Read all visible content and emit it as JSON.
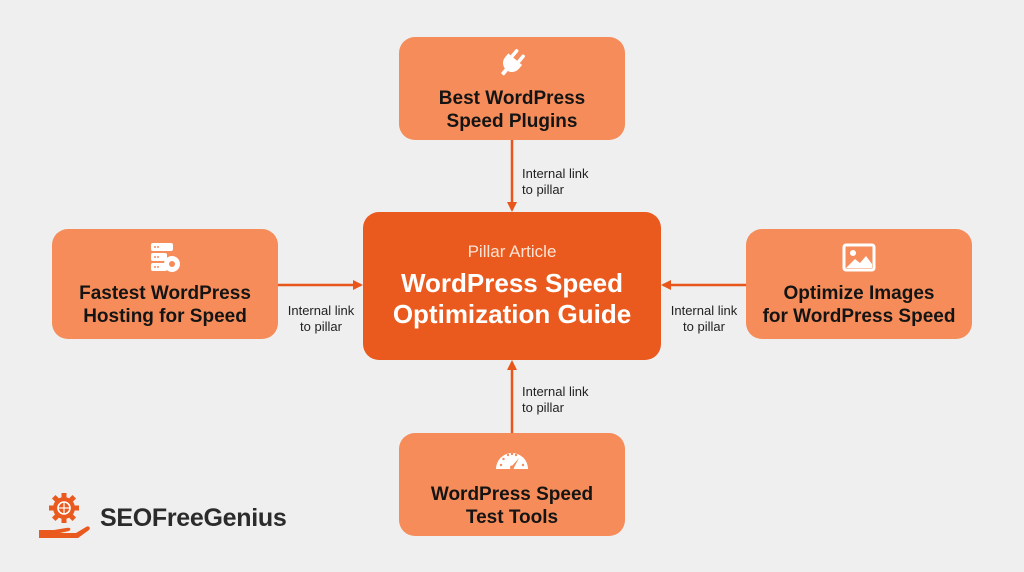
{
  "diagram": {
    "background": "#efefef",
    "colors": {
      "pillar": "#ea5a1e",
      "cluster": "#f58c5a",
      "arrow": "#e8561c",
      "text_dark": "#141414"
    },
    "pillar": {
      "kicker": "Pillar Article",
      "title": "WordPress Speed\nOptimization Guide"
    },
    "clusters": {
      "top": {
        "title": "Best WordPress\nSpeed Plugins",
        "icon": "plug-icon"
      },
      "left": {
        "title": "Fastest WordPress\nHosting for Speed",
        "icon": "server-gear-icon"
      },
      "right": {
        "title": "Optimize Images\nfor WordPress Speed",
        "icon": "image-icon"
      },
      "bottom": {
        "title": "WordPress Speed\nTest Tools",
        "icon": "speedometer-icon"
      }
    },
    "edges": {
      "top": "Internal link\nto pillar",
      "left": "Internal link\nto pillar",
      "right": "Internal link\nto pillar",
      "bottom": "Internal link\nto pillar"
    }
  },
  "brand": {
    "name": "SEOFreeGenius",
    "icon": "gear-hand-icon"
  }
}
